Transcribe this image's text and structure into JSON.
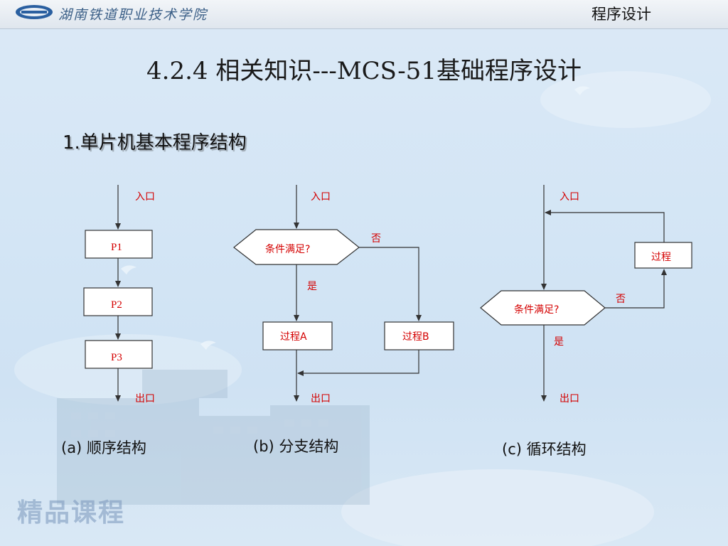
{
  "header": {
    "school_name": "湖南铁道职业技术学院",
    "course_title": "程序设计"
  },
  "slide": {
    "title": "4.2.4   相关知识---MCS-51基础程序设计",
    "section_heading": "1.单片机基本程序结构",
    "watermark": "精品课程"
  },
  "diagram_a": {
    "entry": "入口",
    "box1": "P1",
    "box2": "P2",
    "box3": "P3",
    "exit": "出口",
    "caption": "(a) 顺序结构"
  },
  "diagram_b": {
    "entry": "入口",
    "condition": "条件满足?",
    "no": "否",
    "yes": "是",
    "process_a": "过程A",
    "process_b": "过程B",
    "exit": "出口",
    "caption": "(b) 分支结构"
  },
  "diagram_c": {
    "entry": "入口",
    "process": "过程",
    "condition": "条件满足?",
    "no": "否",
    "yes": "是",
    "exit": "出口",
    "caption": "(c) 循环结构"
  },
  "colors": {
    "label_red": "#d40000",
    "line": "#333333",
    "box_fill": "#ffffff"
  }
}
